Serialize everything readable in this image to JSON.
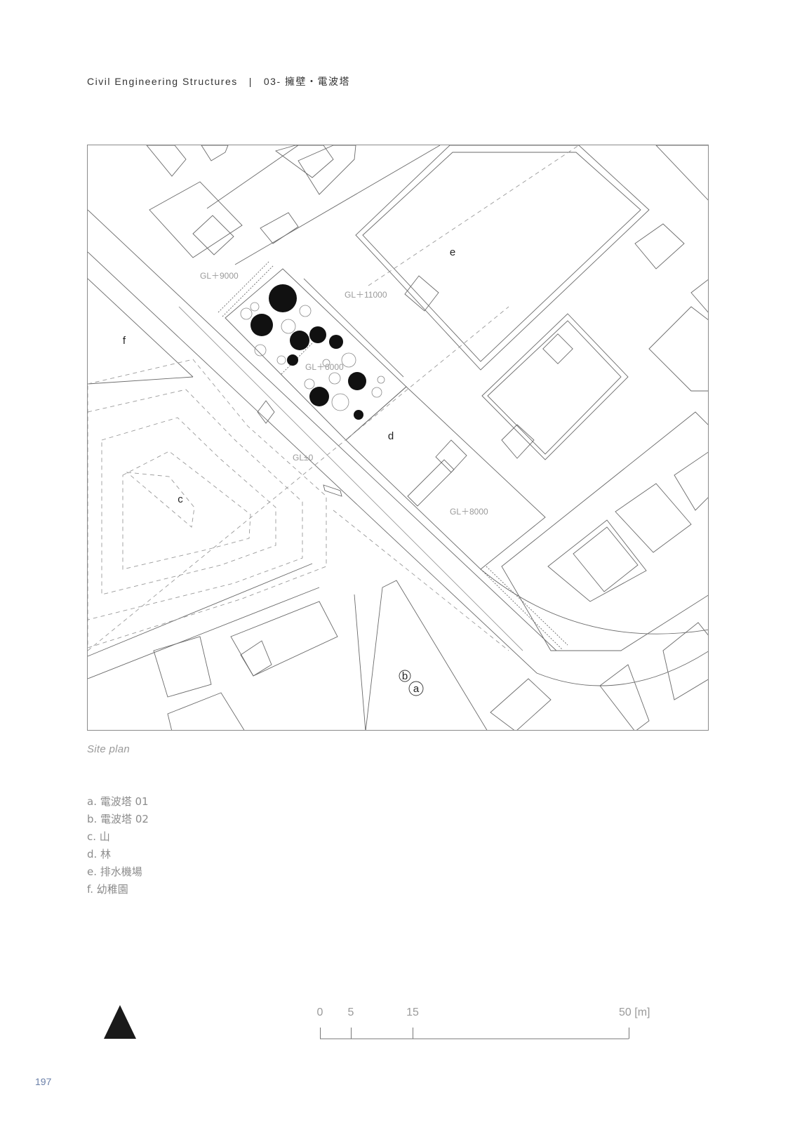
{
  "header": {
    "series": "Civil Engineering Structures",
    "separator": "|",
    "chapter": "03- 擁壁・電波塔"
  },
  "site_plan": {
    "labels": {
      "a": "a",
      "b": "b",
      "c": "c",
      "d": "d",
      "e": "e",
      "f": "f"
    },
    "levels": {
      "gl_9000": "GL＋9000",
      "gl_11000": "GL＋11000",
      "gl_6000": "GL＋6000",
      "gl_0": "GL±0",
      "gl_8000": "GL＋8000"
    },
    "caption": "Site plan"
  },
  "legend": [
    "a. 電波塔 01",
    "b. 電波塔 02",
    "c. 山",
    "d. 林",
    "e. 排水機場",
    "f. 幼稚園"
  ],
  "scale_bar": {
    "ticks": [
      "0",
      "5",
      "15",
      "50 [m]"
    ],
    "tick_values": [
      0,
      5,
      15,
      50
    ],
    "max": 50
  },
  "page_number": "197",
  "colors": {
    "line": "#555555",
    "tree": "#111111",
    "label_grey": "#9a9a9a",
    "page_number": "#6a7fa8"
  }
}
